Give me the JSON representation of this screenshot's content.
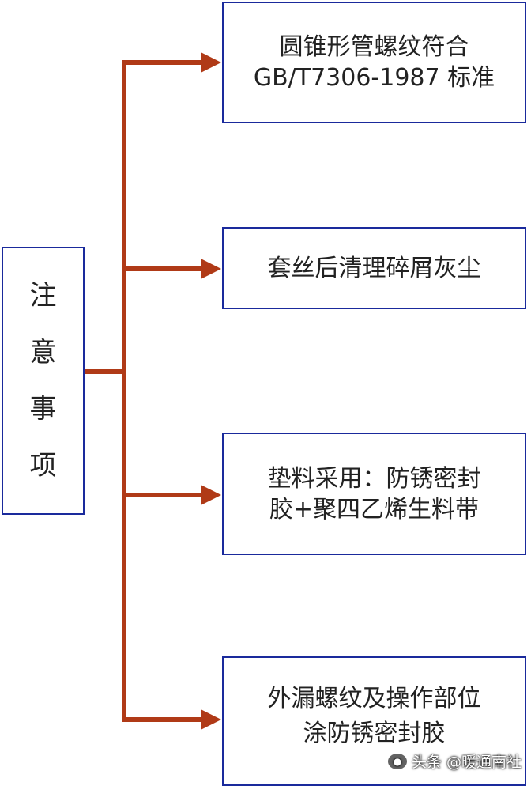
{
  "diagram": {
    "root": {
      "chars": [
        "注",
        "意",
        "事",
        "项"
      ]
    },
    "items": [
      {
        "lines": [
          "圆锥形管螺纹符合",
          "GB/T7306-1987 标准"
        ]
      },
      {
        "lines": [
          "套丝后清理碎屑灰尘"
        ]
      },
      {
        "lines": [
          "垫料采用：防锈密封",
          "胶+聚四乙烯生料带"
        ]
      },
      {
        "lines": [
          "外漏螺纹及操作部位",
          "涂防锈密封胶"
        ]
      }
    ],
    "colors": {
      "connector": "#b03a17",
      "box_border": "#1a2a9c",
      "text": "#222222"
    }
  },
  "watermark": {
    "text": "头条 @暖通南社",
    "icon": "chat-bubble-icon"
  }
}
